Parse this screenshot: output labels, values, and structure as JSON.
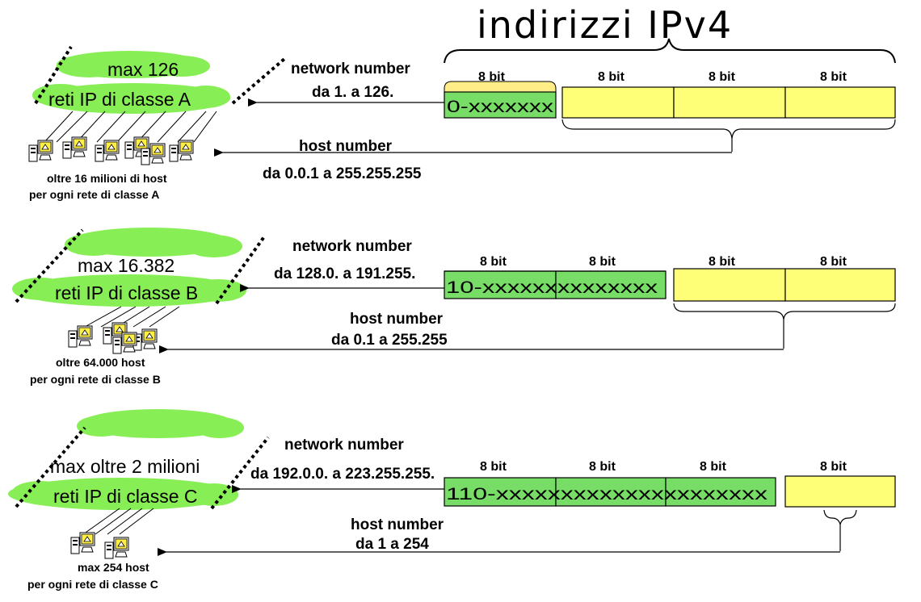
{
  "title": "indirizzi IPv4",
  "bit_label": "8 bit",
  "colors": {
    "network": "#77dd66",
    "host": "#ffff77",
    "class_a_first": "#ffee88",
    "cloud": "#88ee55"
  },
  "classes": [
    {
      "id": "a",
      "cloud_line1": "max 126",
      "cloud_line2": "reti IP di classe A",
      "network_label1": "network number",
      "network_label2": "da 1. a 126.",
      "host_label1": "host number",
      "host_label2": "da 0.0.1 a 255.255.255",
      "footnote1": "oltre 16 milioni di host",
      "footnote2": "per ogni rete di classe A",
      "network_text": "0-xxxxxxx",
      "network_bytes": 1,
      "host_bytes": 3
    },
    {
      "id": "b",
      "cloud_line1": "max 16.382",
      "cloud_line2": "reti IP di classe B",
      "network_label1": "network number",
      "network_label2": "da 128.0. a 191.255.",
      "host_label1": "host number",
      "host_label2": "da 0.1 a 255.255",
      "footnote1": "oltre 64.000 host",
      "footnote2": "per ogni rete di classe B",
      "network_text": "10-xxxxxxxxxxxxxx",
      "network_bytes": 2,
      "host_bytes": 2
    },
    {
      "id": "c",
      "cloud_line1": "max oltre 2 milioni",
      "cloud_line2": "reti IP di classe C",
      "network_label1": "network number",
      "network_label2": "da 192.0.0. a 223.255.255.",
      "host_label1": "host number",
      "host_label2": "da 1 a 254",
      "footnote1": "max 254 host",
      "footnote2": "per ogni rete di classe C",
      "network_text": "110-xxxxxxxxxxxxxxxxxxxxx",
      "network_bytes": 3,
      "host_bytes": 1
    }
  ]
}
